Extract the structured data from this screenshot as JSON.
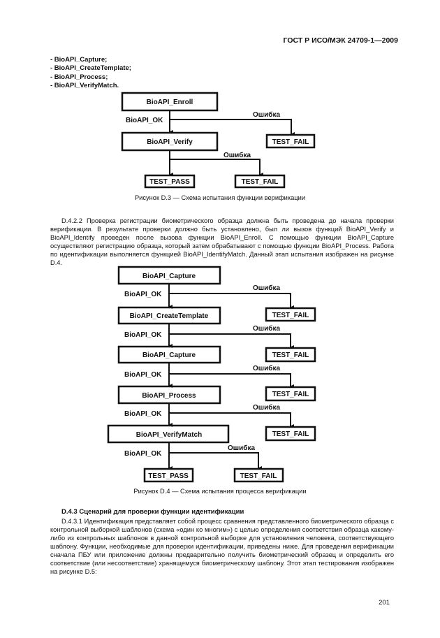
{
  "header": "ГОСТ Р ИСО/МЭК 24709-1—2009",
  "list": [
    "- BioAPI_Capture;",
    "- BioAPI_CreateTemplate;",
    "- BioAPI_Process;",
    "- BioAPI_VerifyMatch."
  ],
  "fig3": {
    "enroll": "BioAPI_Enroll",
    "verify": "BioAPI_Verify",
    "ok": "BioAPI_OK",
    "error": "Ошибка",
    "fail": "TEST_FAIL",
    "pass": "TEST_PASS",
    "caption": "Рисунок D.3 — Схема испытания функции верификации"
  },
  "para1": "D.4.2.2 Проверка регистрации биометрического образца должна быть проведена до начала проверки верификации. В результате проверки должно быть установлено, был ли вызов функций BioAPI_Verify и BioAPI_Identify проведен после вызова функции BioAPI_Enroll. С помощью функции BioAPI_Capture осуществляют регистрацию образца, который затем обрабатывают с помощью функции BioAPI_Process. Работа по идентификации выполняется функцией BioAPI_IdentifyMatch. Данный этап испытания изображен на рисунке D.4.",
  "fig4": {
    "steps": [
      "BioAPI_Capture",
      "BioAPI_CreateTemplate",
      "BioAPI_Capture",
      "BioAPI_Process",
      "BioAPI_VerifyMatch"
    ],
    "ok": "BioAPI_OK",
    "error": "Ошибка",
    "fail": "TEST_FAIL",
    "pass": "TEST_PASS",
    "caption": "Рисунок D.4 — Схема испытания процесса верификации"
  },
  "section_title": "D.4.3 Сценарий для проверки функции идентификации",
  "para2": "D.4.3.1 Идентификация представляет собой процесс сравнения представленного биометрического образца с контрольной выборкой шаблонов (схема «один ко многим») с целью определения соответствия образца какому-либо из контрольных шаблонов в данной контрольной выборке для установления человека, соответствующего шаблону. Функции, необходимые для проверки идентификации, приведены ниже. Для проведения верификации сначала ПБУ или приложение должны предварительно получить биометрический образец и определить его соответствие (или несоответствие) хранящемуся биометрическому шаблону. Этот этап тестирования изображен на рисунке D.5:",
  "page_number": "201"
}
